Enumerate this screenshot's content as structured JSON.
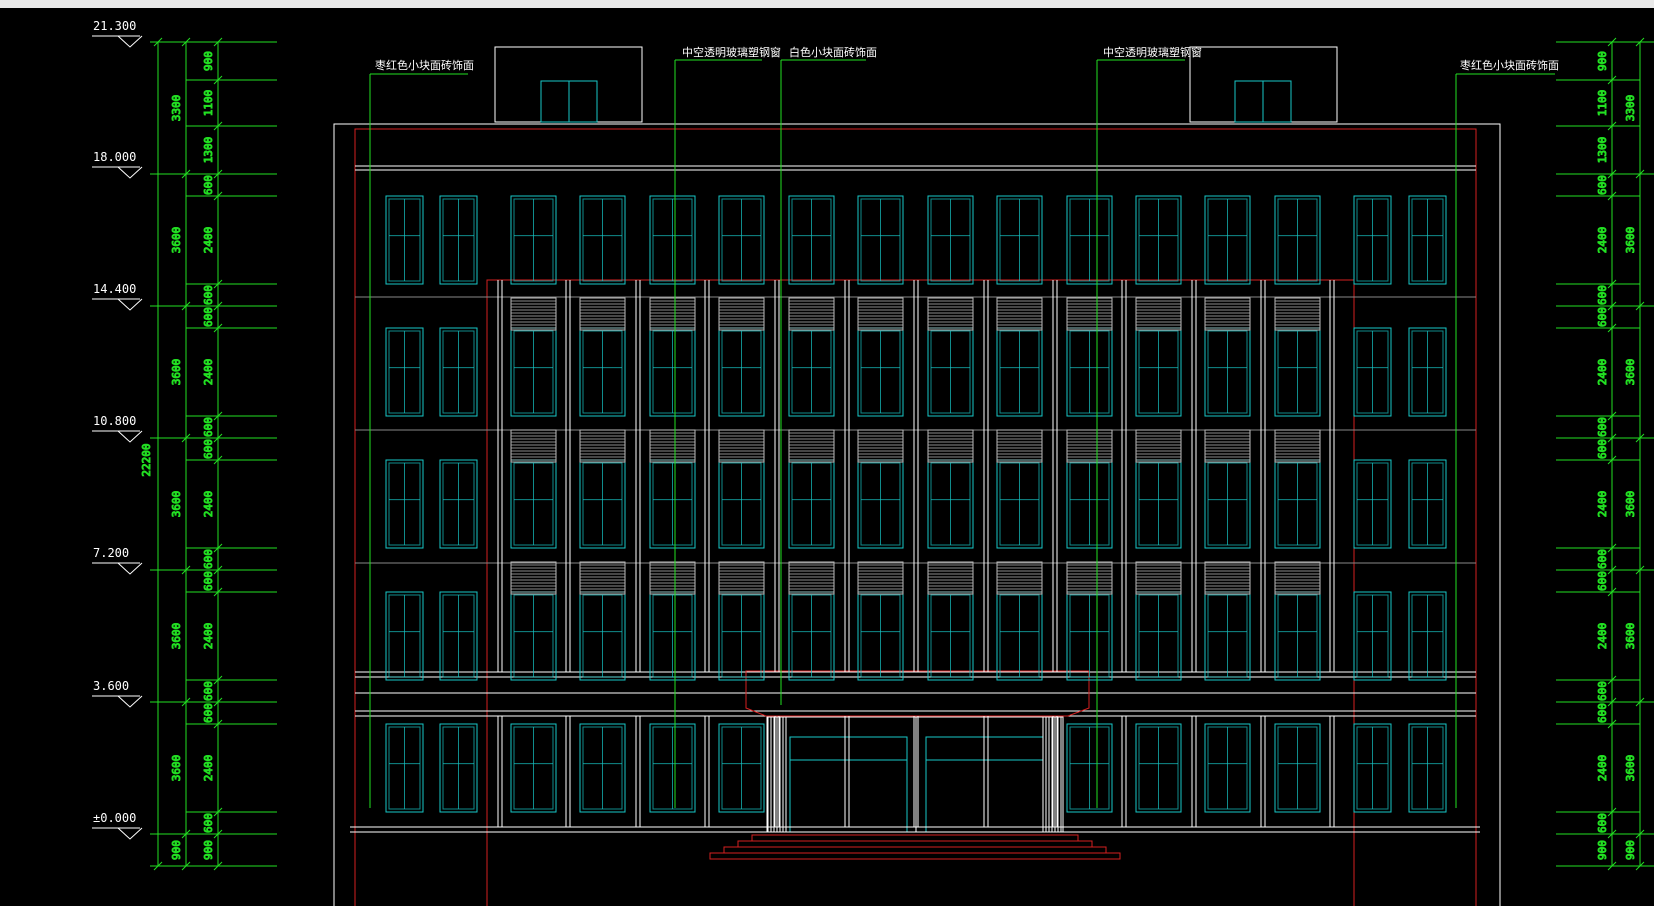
{
  "elevations": [
    {
      "label": "21.300"
    },
    {
      "label": "18.000"
    },
    {
      "label": "14.400"
    },
    {
      "label": "10.800"
    },
    {
      "label": "7.200"
    },
    {
      "label": "3.600"
    },
    {
      "label": "±0.000"
    }
  ],
  "left_dims": {
    "outer": [
      "3300",
      "3600",
      "3600",
      "3600",
      "3600",
      "3600",
      "900"
    ],
    "inner": [
      "900",
      "1100",
      "1300",
      "600",
      "2400",
      "600",
      "600",
      "2400",
      "600",
      "600",
      "2400",
      "600",
      "600",
      "2400",
      "600",
      "600",
      "2400",
      "600",
      "900"
    ],
    "overall": "22200"
  },
  "right_dims": {
    "inner": [
      "900",
      "1100",
      "1300",
      "600",
      "2400",
      "600",
      "600",
      "2400",
      "600",
      "600",
      "2400",
      "600",
      "600",
      "2400",
      "600",
      "600",
      "2400",
      "600",
      "900"
    ],
    "outer": [
      "3300",
      "3600",
      "3600",
      "3600",
      "3600",
      "3600",
      "900"
    ]
  },
  "annotations": [
    {
      "text": "枣红色小块面砖饰面"
    },
    {
      "text": "中空透明玻璃塑钢窗"
    },
    {
      "text": "白色小块面砖饰面"
    },
    {
      "text": "中空透明玻璃塑钢窗"
    },
    {
      "text": "枣红色小块面砖饰面"
    }
  ],
  "colors": {
    "background": "#000000",
    "dimension": "#22e022",
    "window": "#17c8c8",
    "outline": "#ffffff",
    "accent_red": "#d42020",
    "text": "#ffffff"
  }
}
